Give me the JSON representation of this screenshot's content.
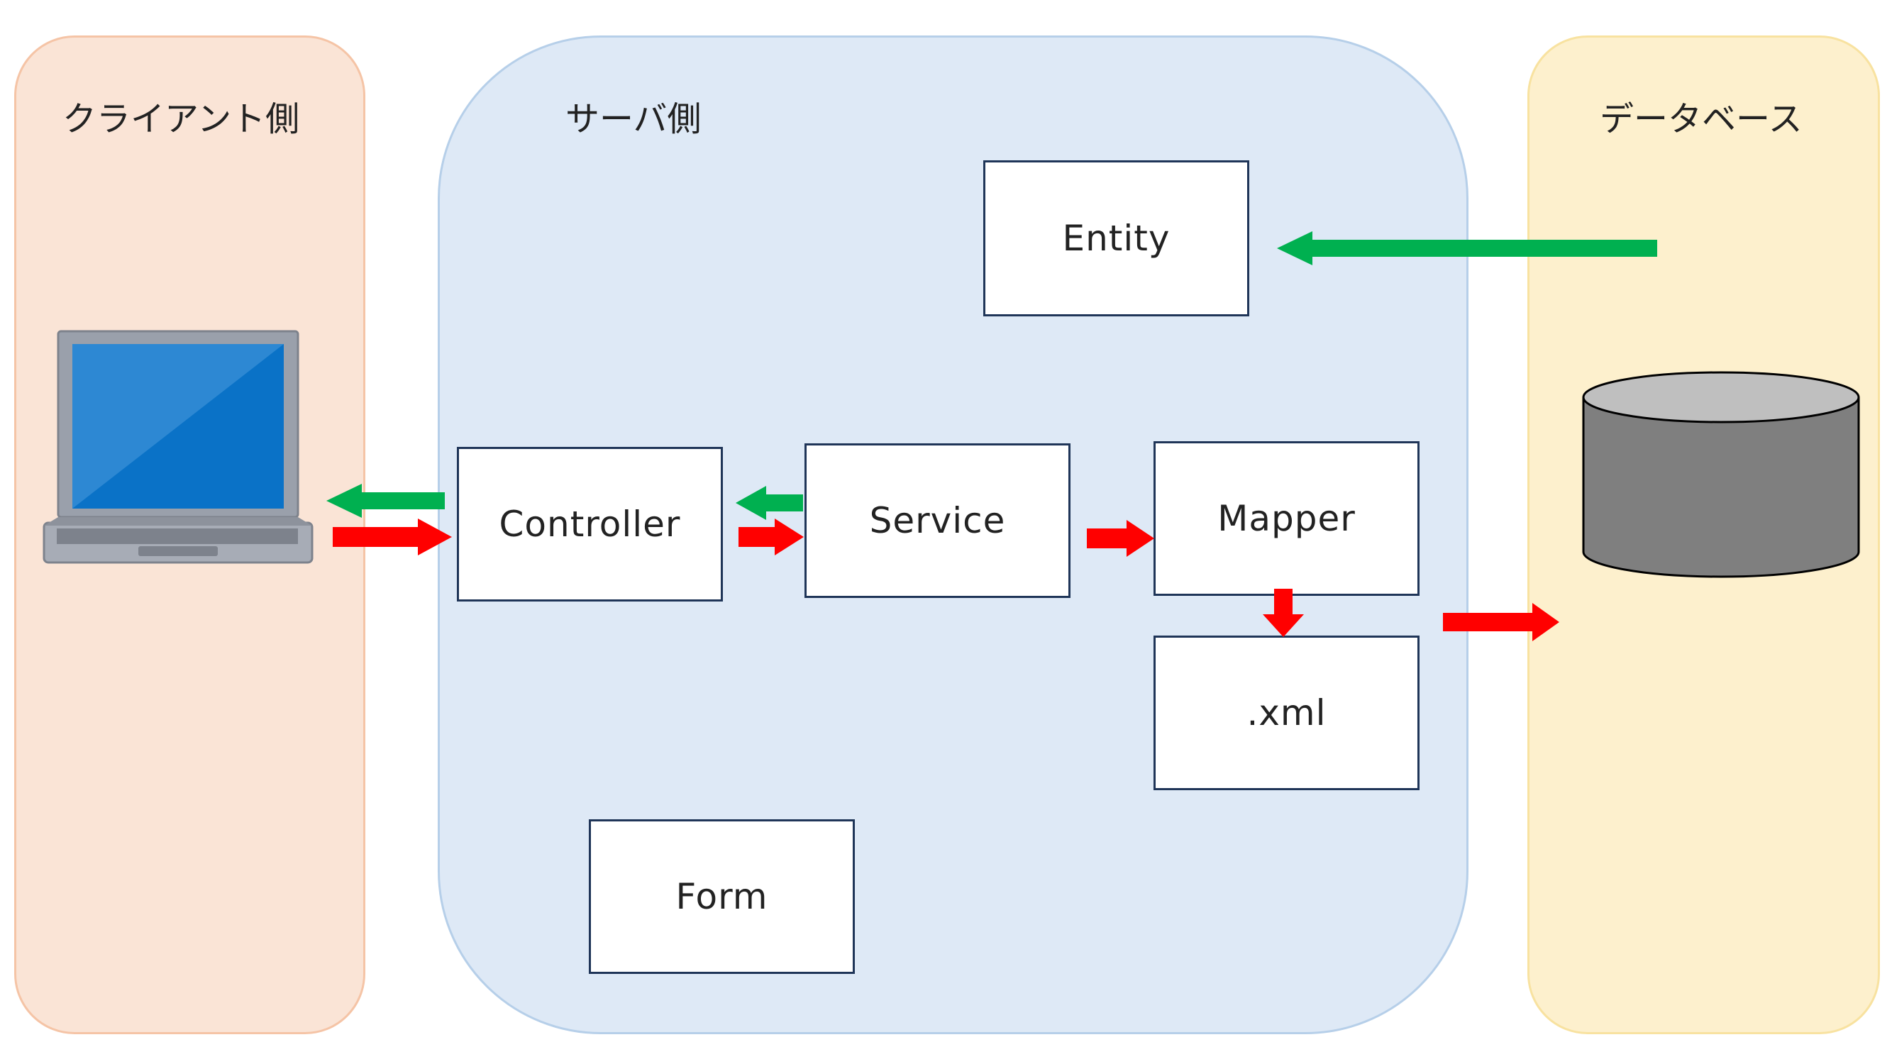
{
  "zones": {
    "client": {
      "title": "クライアント側",
      "fill": "#fae4d6",
      "stroke": "#f5c4a6"
    },
    "server": {
      "title": "サーバ側",
      "fill": "#dee9f6",
      "stroke": "#b6cfe9"
    },
    "database": {
      "title": "データベース",
      "fill": "#fdf0cd",
      "stroke": "#f8e2a0"
    }
  },
  "components": {
    "entity": "Entity",
    "controller": "Controller",
    "service": "Service",
    "mapper": "Mapper",
    "xml": ".xml",
    "form": "Form"
  },
  "colors": {
    "request_arrow": "#ff0000",
    "response_arrow": "#00b050",
    "box_border": "#1f3558",
    "laptop_screen": "#0a72c7",
    "laptop_body": "#9aa0ab",
    "db_body": "#7f7f7f",
    "db_top": "#bfbfbf"
  },
  "icons": {
    "client_device": "laptop-icon",
    "database": "database-cylinder-icon"
  }
}
